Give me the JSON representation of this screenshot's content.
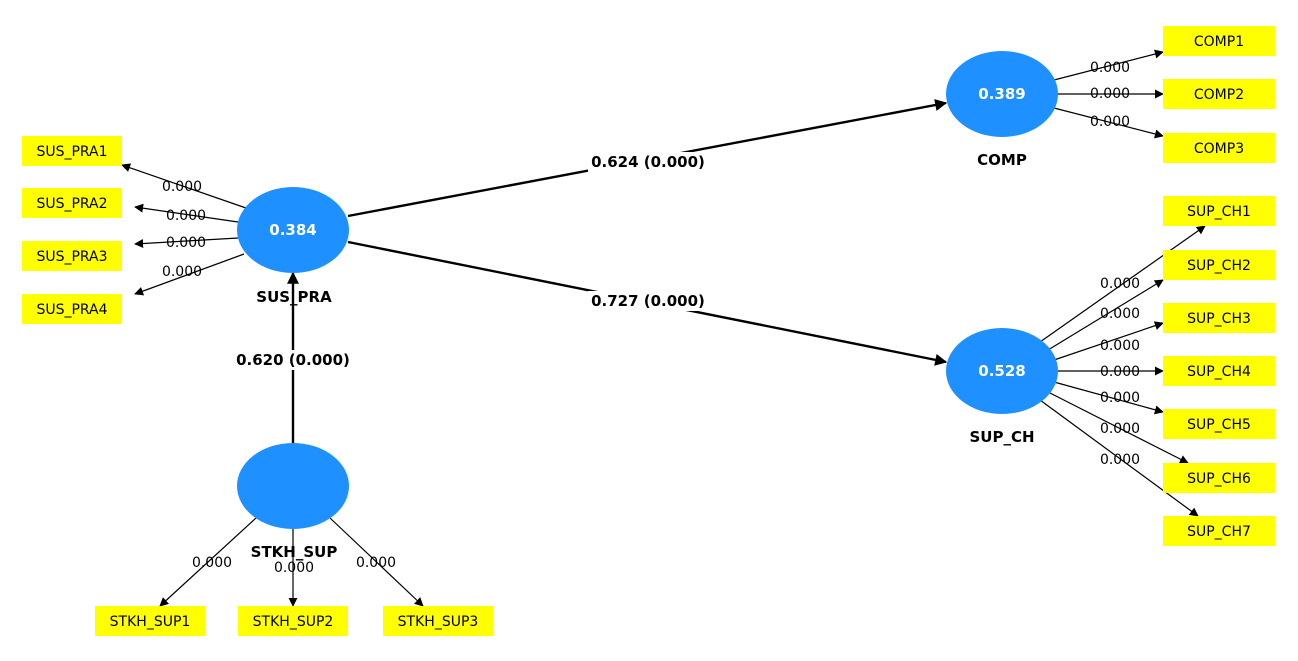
{
  "colors": {
    "latent": "#1e90ff",
    "indicator": "#ffff00",
    "arrow": "#000000"
  },
  "latents": [
    {
      "id": "SUS_PRA",
      "name": "SUS_PRA",
      "r2": "0.384"
    },
    {
      "id": "COMP",
      "name": "COMP",
      "r2": "0.389"
    },
    {
      "id": "SUP_CH",
      "name": "SUP_CH",
      "r2": "0.528"
    },
    {
      "id": "STKH_SUP",
      "name": "STKH_SUP",
      "r2": ""
    }
  ],
  "paths": [
    {
      "from": "SUS_PRA",
      "to": "COMP",
      "label": "0.624 (0.000)"
    },
    {
      "from": "SUS_PRA",
      "to": "SUP_CH",
      "label": "0.727 (0.000)"
    },
    {
      "from": "STKH_SUP",
      "to": "SUS_PRA",
      "label": "0.620 (0.000)"
    }
  ],
  "indicators": [
    {
      "id": "SUS_PRA1",
      "latent": "SUS_PRA",
      "weight": "0.000"
    },
    {
      "id": "SUS_PRA2",
      "latent": "SUS_PRA",
      "weight": "0.000"
    },
    {
      "id": "SUS_PRA3",
      "latent": "SUS_PRA",
      "weight": "0.000"
    },
    {
      "id": "SUS_PRA4",
      "latent": "SUS_PRA",
      "weight": "0.000"
    },
    {
      "id": "COMP1",
      "latent": "COMP",
      "weight": "0.000"
    },
    {
      "id": "COMP2",
      "latent": "COMP",
      "weight": "0.000"
    },
    {
      "id": "COMP3",
      "latent": "COMP",
      "weight": "0.000"
    },
    {
      "id": "SUP_CH1",
      "latent": "SUP_CH",
      "weight": "0.000"
    },
    {
      "id": "SUP_CH2",
      "latent": "SUP_CH",
      "weight": "0.000"
    },
    {
      "id": "SUP_CH3",
      "latent": "SUP_CH",
      "weight": "0.000"
    },
    {
      "id": "SUP_CH4",
      "latent": "SUP_CH",
      "weight": "0.000"
    },
    {
      "id": "SUP_CH5",
      "latent": "SUP_CH",
      "weight": "0.000"
    },
    {
      "id": "SUP_CH6",
      "latent": "SUP_CH",
      "weight": "0.000"
    },
    {
      "id": "SUP_CH7",
      "latent": "SUP_CH",
      "weight": "0.000"
    },
    {
      "id": "STKH_SUP1",
      "latent": "STKH_SUP",
      "weight": "0.000"
    },
    {
      "id": "STKH_SUP2",
      "latent": "STKH_SUP",
      "weight": "0.000"
    },
    {
      "id": "STKH_SUP3",
      "latent": "STKH_SUP",
      "weight": "0.000"
    }
  ]
}
